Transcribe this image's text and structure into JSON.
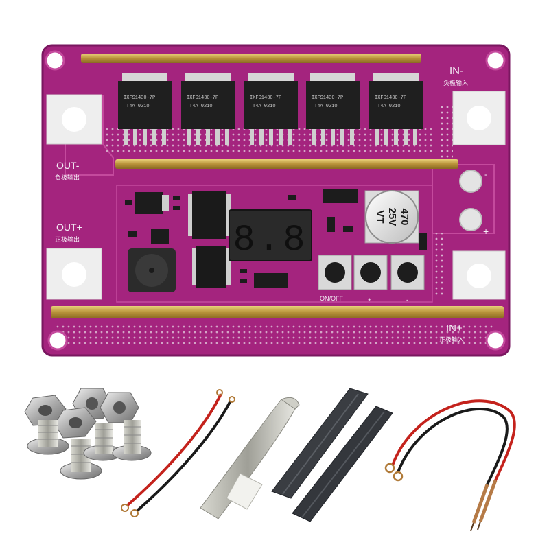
{
  "board": {
    "labels": {
      "in_minus": "IN-",
      "in_minus_cn": "负极输入",
      "out_minus": "OUT-",
      "out_minus_cn": "负极输出",
      "out_plus": "OUT+",
      "out_plus_cn": "正极输出",
      "in_plus": "IN+",
      "in_plus_cn": "正极输入",
      "minus_sign": "-",
      "plus_sign": "+"
    },
    "mosfets": [
      {
        "line1": "IXFS1430-7P",
        "line2": "T4A  0210"
      },
      {
        "line1": "IXFS1430-7P",
        "line2": "T4A  0210"
      },
      {
        "line1": "IXFS1430-7P",
        "line2": "T4A  0210"
      },
      {
        "line1": "IXFS1430-7P",
        "line2": "T4A  0210"
      },
      {
        "line1": "IXFS1430-7P",
        "line2": "T4A  0210"
      }
    ],
    "capacitor": {
      "capacitance": "470",
      "voltage": "25V",
      "series": "VT"
    },
    "display": {
      "value": "8.8"
    },
    "buttons": [
      {
        "label": "ON/OFF"
      },
      {
        "label": "+"
      },
      {
        "label": "-"
      }
    ]
  },
  "colors": {
    "pcb": "#a4247e",
    "pcb_dark": "#7a1760",
    "gold_bar": "#c8a64a",
    "pad": "#eeeeee",
    "display": "#2a2a2a"
  }
}
